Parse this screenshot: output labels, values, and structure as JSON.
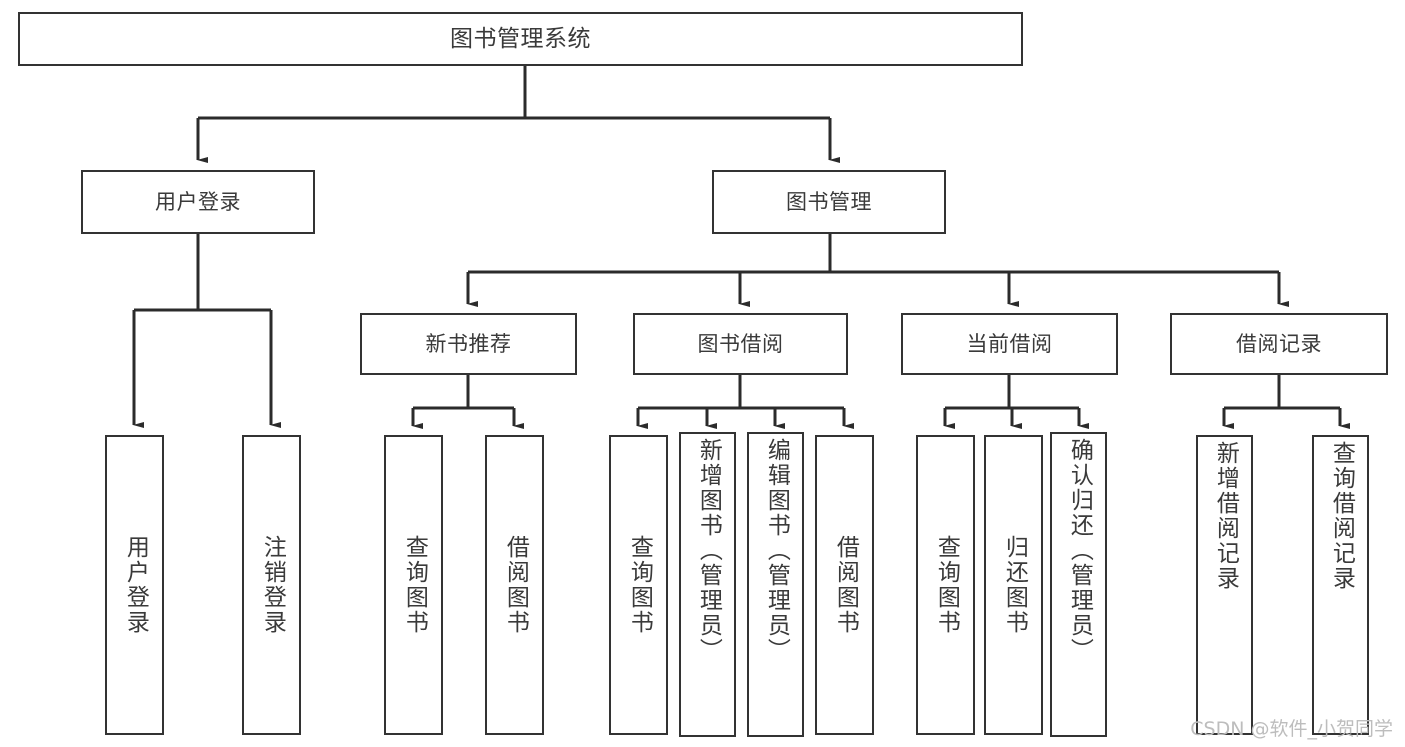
{
  "diagram": {
    "title": "图书管理系统",
    "type": "tree-hierarchy",
    "watermark": "CSDN @软件_小贺同学",
    "colors": {
      "box_border": "#333333",
      "box_fill": "#ffffff",
      "text": "#3a3a3a",
      "connector": "#2b2b2b",
      "watermark": "#bdbdbd",
      "background": "#ffffff"
    },
    "root": {
      "label": "图书管理系统"
    },
    "level2": [
      {
        "label": "用户登录"
      },
      {
        "label": "图书管理"
      }
    ],
    "level3": [
      {
        "label": "新书推荐"
      },
      {
        "label": "图书借阅"
      },
      {
        "label": "当前借阅"
      },
      {
        "label": "借阅记录"
      }
    ],
    "leaves": {
      "user_login": [
        {
          "label": "用户登录"
        },
        {
          "label": "注销登录"
        }
      ],
      "new_book_recommend": [
        {
          "label": "查询图书"
        },
        {
          "label": "借阅图书"
        }
      ],
      "book_borrow": [
        {
          "label": "查询图书"
        },
        {
          "label": "新增图书（管理员）"
        },
        {
          "label": "编辑图书（管理员）"
        },
        {
          "label": "借阅图书"
        }
      ],
      "current_borrow": [
        {
          "label": "查询图书"
        },
        {
          "label": "归还图书"
        },
        {
          "label": "确认归还（管理员）"
        }
      ],
      "borrow_record": [
        {
          "label": "新增借阅记录"
        },
        {
          "label": "查询借阅记录"
        }
      ]
    }
  }
}
